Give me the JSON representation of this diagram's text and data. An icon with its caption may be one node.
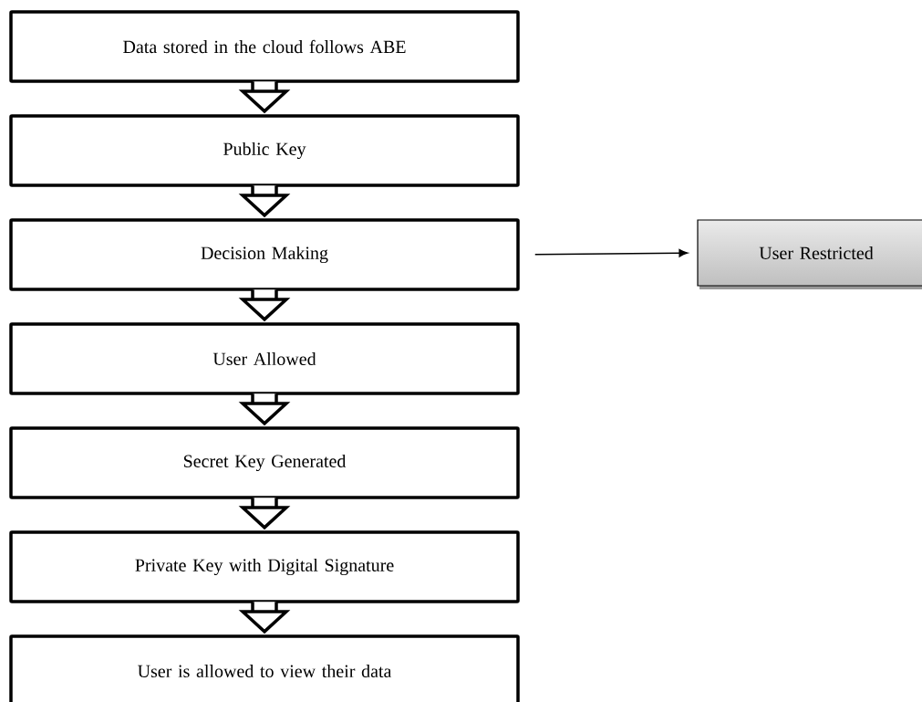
{
  "diagram": {
    "nodes": [
      {
        "text": [
          "Data stored in the cloud follows ABE"
        ]
      },
      {
        "text": [
          "Public Key"
        ]
      },
      {
        "text": [
          "Decision Making"
        ]
      },
      {
        "text": [
          "User Allowed"
        ]
      },
      {
        "text": [
          "Secret Key Generated"
        ]
      },
      {
        "text": [
          "Private Key with Digital Signature"
        ]
      },
      {
        "text": [
          "User is allowed to view their data"
        ]
      },
      {
        "text": [
          "User Restricted"
        ]
      }
    ],
    "edges": [
      {
        "from": 0,
        "to": 1,
        "arrow": "to"
      },
      {
        "from": 1,
        "to": 2,
        "arrow": "to"
      },
      {
        "from": 2,
        "to": 3,
        "arrow": "to"
      },
      {
        "from": 3,
        "to": 4,
        "arrow": "to"
      },
      {
        "from": 4,
        "to": 5,
        "arrow": "to"
      },
      {
        "from": 5,
        "to": 6,
        "arrow": "to"
      },
      {
        "from": 2,
        "to": 7,
        "arrow": "to"
      }
    ]
  }
}
